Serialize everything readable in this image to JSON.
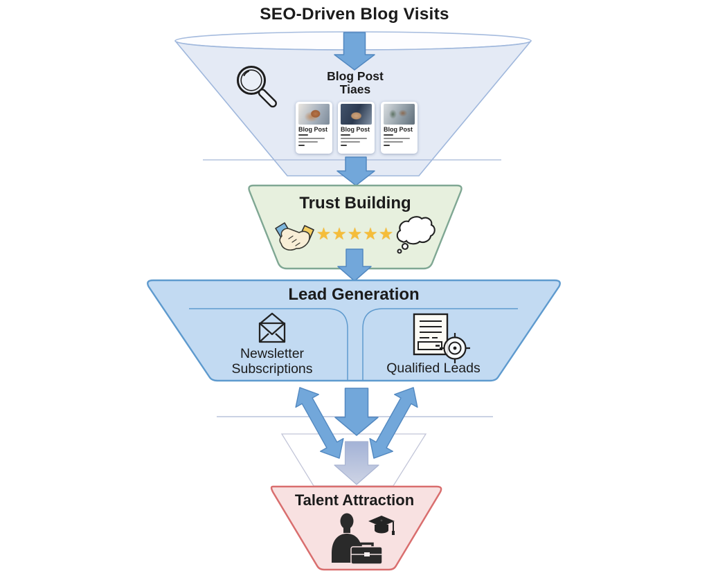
{
  "title": "SEO-Driven Blog Visits",
  "stages": {
    "blog": {
      "heading_line1": "Blog Post",
      "heading_line2": "Tiaes",
      "cards": [
        {
          "label": "Blog Post"
        },
        {
          "label": "Blog Post"
        },
        {
          "label": "Blog Post"
        }
      ]
    },
    "trust": {
      "title": "Trust Building",
      "stars": "★★★★★"
    },
    "leads": {
      "title": "Lead Generation",
      "left_line1": "Newsletter",
      "left_line2": "Subscriptions",
      "right_label": "Qualified Leads"
    },
    "talent": {
      "title": "Talent Attraction"
    }
  },
  "icons": {
    "search": "magnifying-glass",
    "trust": [
      "handshake",
      "five-star-rating",
      "thought-bubble"
    ],
    "newsletter": "open-envelope",
    "qualified_leads": "document-with-target",
    "talent": [
      "person-silhouette",
      "briefcase",
      "graduation-cap"
    ],
    "flow": "blue-down-arrows"
  },
  "colors": {
    "funnel_top_fill": "#e2e8f4",
    "funnel_top_border": "#9fb7dc",
    "trust_fill": "#e7f0de",
    "trust_border": "#7fa793",
    "leads_fill": "#c2daf2",
    "leads_border": "#5e9ace",
    "talent_fill": "#f8e1e1",
    "talent_border": "#d96e6e",
    "arrow_blue": "#72a7da",
    "arrow_blue_border": "#5288c0",
    "arrow_faded": "#b5c0db",
    "star_gold": "#f5bd3a",
    "text": "#1b1b1b"
  }
}
